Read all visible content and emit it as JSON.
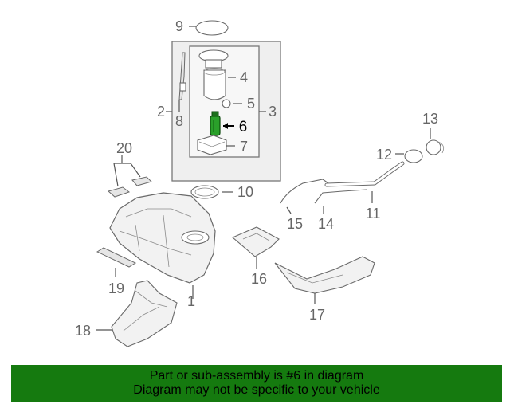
{
  "diagram": {
    "callouts": [
      "1",
      "2",
      "3",
      "4",
      "5",
      "6",
      "7",
      "8",
      "9",
      "10",
      "11",
      "12",
      "13",
      "14",
      "15",
      "16",
      "17",
      "18",
      "19",
      "20"
    ],
    "highlighted_part": "6",
    "colors": {
      "highlight_part": "#2aa02a",
      "banner": "#157a0f",
      "line": "#555555",
      "label": "#666666",
      "frame_fill": "#efefef"
    }
  },
  "banner": {
    "line1": "Part or sub-assembly is #6 in diagram",
    "line2": "Diagram may not be specific to your vehicle"
  }
}
